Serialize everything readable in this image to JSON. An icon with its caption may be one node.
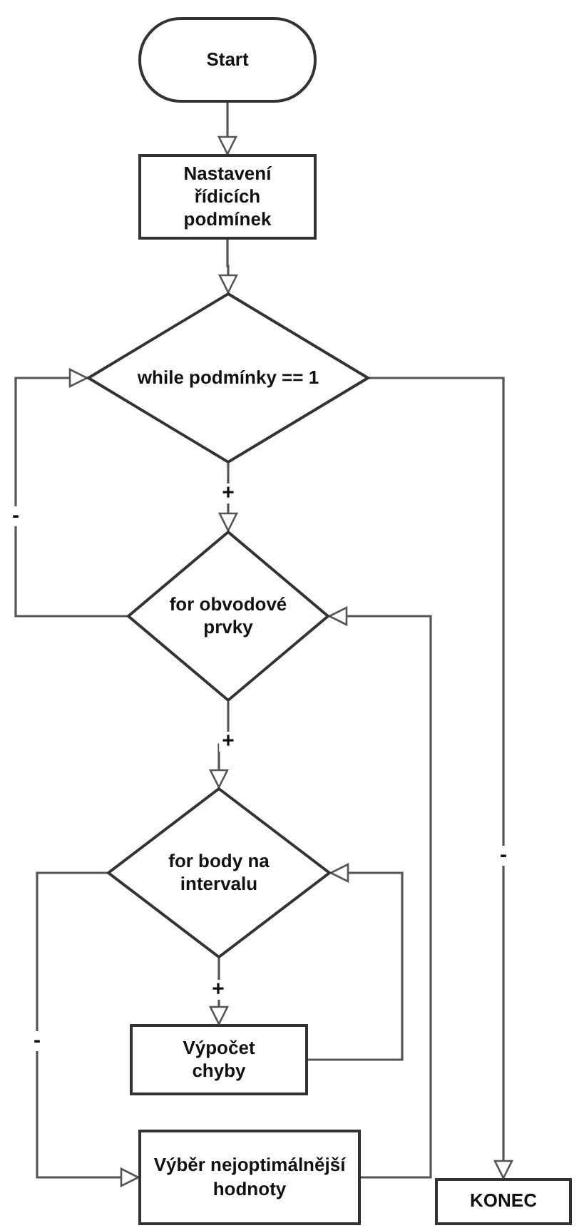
{
  "diagram": {
    "nodes": [
      {
        "text": [
          "Start"
        ]
      },
      {
        "text": [
          "Nastavení řídicích podmínek"
        ]
      },
      {
        "text": [
          "while podmínky == 1"
        ]
      },
      {
        "text": [
          "for obvodové prvky"
        ]
      },
      {
        "text": [
          "for body na intervalu"
        ]
      },
      {
        "text": [
          "Výpočet chyby"
        ]
      },
      {
        "text": [
          "Výběr nejoptimálnější hodnoty"
        ]
      },
      {
        "text": [
          "KONEC"
        ]
      }
    ],
    "edges": [
      {
        "from": 0,
        "to": 1,
        "arrow": "to"
      },
      {
        "from": 1,
        "to": 2,
        "arrow": "to"
      },
      {
        "from": 2,
        "to": 3,
        "arrow": "to",
        "label": "+"
      },
      {
        "from": 2,
        "to": 7,
        "arrow": "to",
        "label": "-"
      },
      {
        "from": 3,
        "to": 2,
        "arrow": "to",
        "label": "-"
      },
      {
        "from": 3,
        "to": 4,
        "arrow": "to",
        "label": "+"
      },
      {
        "from": 4,
        "to": 5,
        "arrow": "to",
        "label": "+"
      },
      {
        "from": 5,
        "to": 4,
        "arrow": "to"
      },
      {
        "from": 4,
        "to": 6,
        "arrow": "to",
        "label": "-"
      },
      {
        "from": 6,
        "to": 3,
        "arrow": "to"
      }
    ]
  }
}
